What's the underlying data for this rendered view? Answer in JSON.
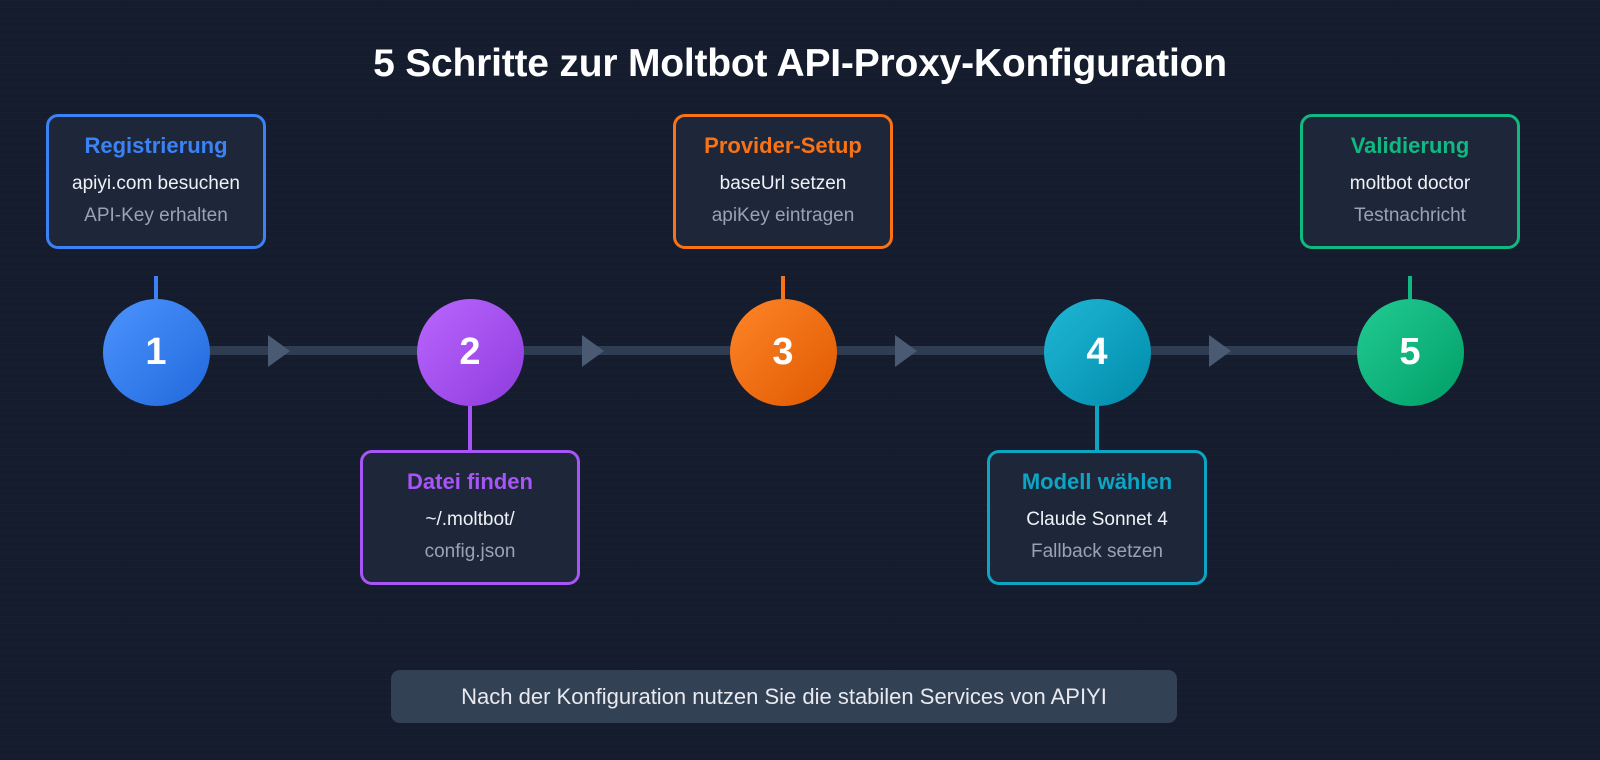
{
  "title": "5 Schritte zur Moltbot API-Proxy-Konfiguration",
  "steps": [
    {
      "number": "1",
      "title": "Registrierung",
      "line1": "apiyi.com besuchen",
      "line2": "API-Key erhalten",
      "color": "#3b82f6",
      "position": "above"
    },
    {
      "number": "2",
      "title": "Datei finden",
      "line1": "~/.moltbot/",
      "line2": "config.json",
      "color": "#a855f7",
      "position": "below"
    },
    {
      "number": "3",
      "title": "Provider-Setup",
      "line1": "baseUrl setzen",
      "line2": "apiKey eintragen",
      "color": "#f97316",
      "position": "above"
    },
    {
      "number": "4",
      "title": "Modell wählen",
      "line1": "Claude Sonnet 4",
      "line2": "Fallback setzen",
      "color": "#0ea5c4",
      "position": "below"
    },
    {
      "number": "5",
      "title": "Validierung",
      "line1": "moltbot doctor",
      "line2": "Testnachricht",
      "color": "#10b981",
      "position": "above"
    }
  ],
  "footer": {
    "text": "Nach der Konfiguration nutzen Sie die stabilen Services von APIYI"
  },
  "colors": {
    "background": "#141c2e",
    "card_background": "#1e2739",
    "track": "#2f3d52",
    "arrow": "#4a5a72",
    "footer_background": "#334155",
    "title_text": "#ffffff",
    "primary_text": "#eef1f6",
    "muted_text": "#99a3b4"
  }
}
